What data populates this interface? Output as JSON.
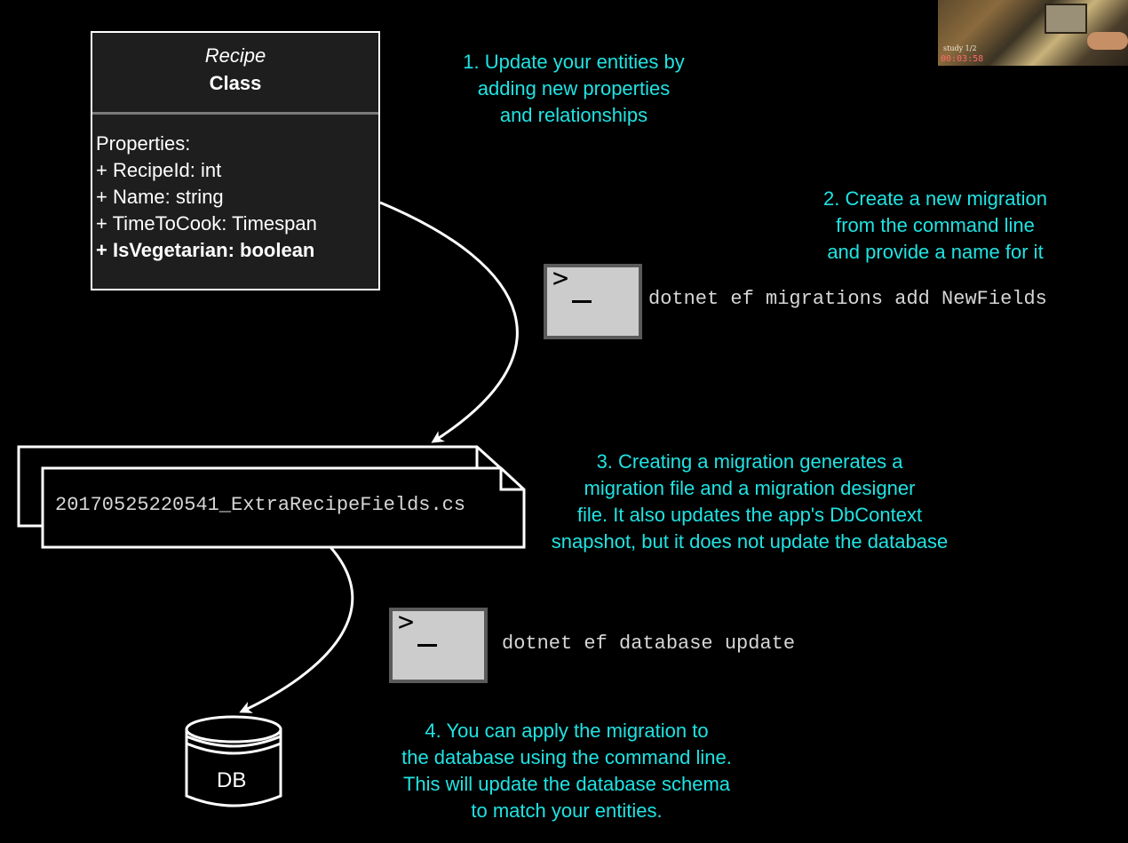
{
  "uml": {
    "name": "Recipe",
    "stereotype": "Class",
    "properties_header": "Properties:",
    "properties": [
      "+ RecipeId: int",
      "+ Name: string",
      "+ TimeToCook: Timespan"
    ],
    "new_property": "+ IsVegetarian: boolean"
  },
  "steps": [
    {
      "lines": [
        "1. Update your entities by",
        "adding new properties",
        "and relationships"
      ]
    },
    {
      "lines": [
        "2. Create a new migration",
        "from the command line",
        "and provide a name for it"
      ]
    },
    {
      "lines": [
        "3. Creating a migration generates a",
        "migration file and a migration designer",
        "file. It also updates the app's DbContext",
        "snapshot, but it does not update the database"
      ]
    },
    {
      "lines": [
        "4. You can apply the migration to",
        "the database using the command line.",
        "This will update the database schema",
        "to match your entities."
      ]
    }
  ],
  "terminal_glyph": ">",
  "commands": {
    "add_migration": "dotnet ef migrations add NewFields",
    "database_update": "dotnet ef database update"
  },
  "migration_file": "20170525220541_ExtraRecipeFields.cs",
  "database_label": "DB",
  "webcam": {
    "caption": "study 1/2",
    "timer": "00:03:58"
  },
  "colors": {
    "background": "#000000",
    "step_text": "#21e3e3",
    "command_text": "#d6d6d6",
    "uml_fill": "#1e1e1e",
    "terminal_fill": "#cccccc"
  }
}
